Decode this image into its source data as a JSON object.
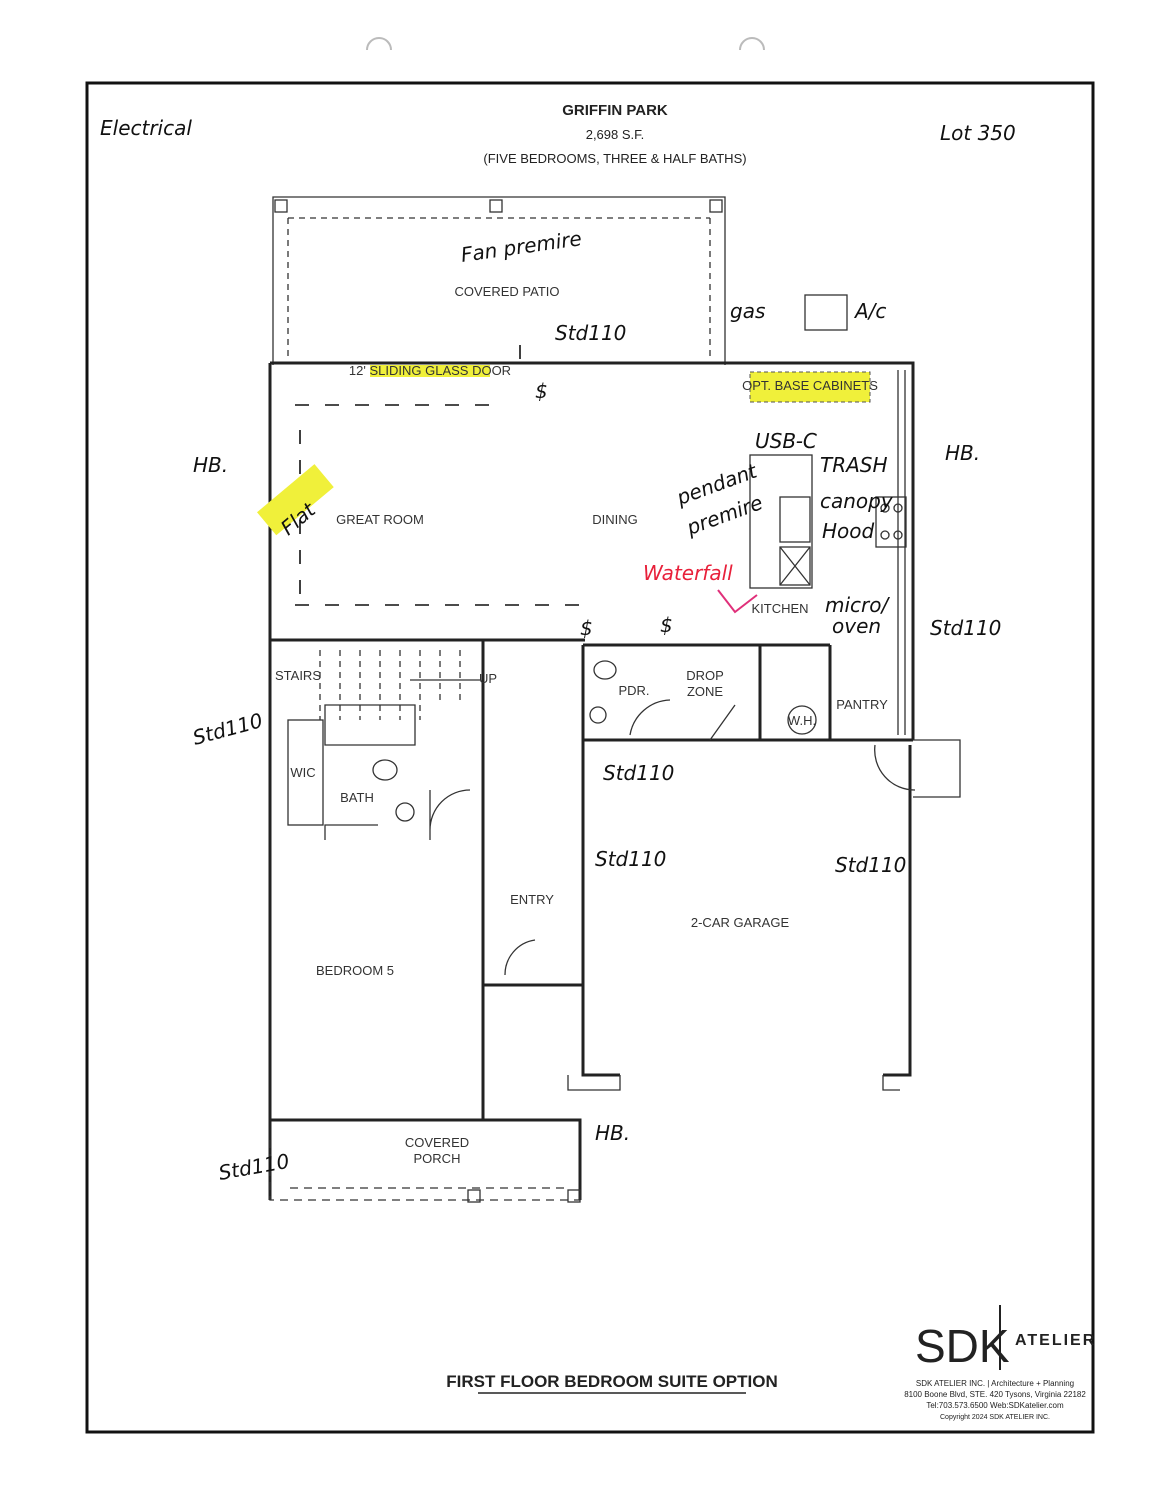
{
  "header": {
    "title": "GRIFFIN PARK",
    "area": "2,698 S.F.",
    "subtitle": "(FIVE BEDROOMS, THREE & HALF BATHS)"
  },
  "rooms": {
    "covered_patio": "COVERED PATIO",
    "sliding_door": "12' SLIDING GLASS DOOR",
    "opt_base_cabinets": "OPT. BASE CABINETS",
    "great_room": "GREAT ROOM",
    "dining": "DINING",
    "kitchen": "KITCHEN",
    "stairs": "STAIRS",
    "up": "UP",
    "pdr": "PDR.",
    "drop_zone_1": "DROP",
    "drop_zone_2": "ZONE",
    "wh": "W.H.",
    "pantry": "PANTRY",
    "wic": "WIC",
    "bath": "BATH",
    "entry": "ENTRY",
    "garage": "2-CAR GARAGE",
    "bedroom5": "BEDROOM 5",
    "covered_porch_1": "COVERED",
    "covered_porch_2": "PORCH"
  },
  "annotations": {
    "electrical": "Electrical",
    "lot": "Lot 350",
    "fan_premire": "Fan premire",
    "std110": "Std110",
    "gas": "gas",
    "ac": "A/c",
    "hb": "HB.",
    "flat": "Flat",
    "usb_c": "USB-C",
    "trash": "TRASH",
    "pendant_1": "pendant",
    "pendant_2": "premire",
    "canopy_1": "canopy",
    "canopy_2": "Hood",
    "waterfall": "Waterfall",
    "micro_1": "micro/",
    "micro_2": "oven",
    "switch": "$"
  },
  "footer": {
    "plan_option": "FIRST FLOOR BEDROOM SUITE OPTION",
    "logo": "SDK",
    "logo_sub": "ATELIER",
    "company": "SDK ATELIER INC. | Architecture + Planning",
    "address": "8100 Boone Blvd, STE. 420 Tysons, Virginia 22182",
    "contact": "Tel:703.573.6500   Web:SDKatelier.com",
    "copyright": "Copyright 2024 SDK ATELIER INC."
  },
  "colors": {
    "highlight": "#f0f03a",
    "annotation_red": "#e8203a",
    "pink": "#e0307a"
  }
}
